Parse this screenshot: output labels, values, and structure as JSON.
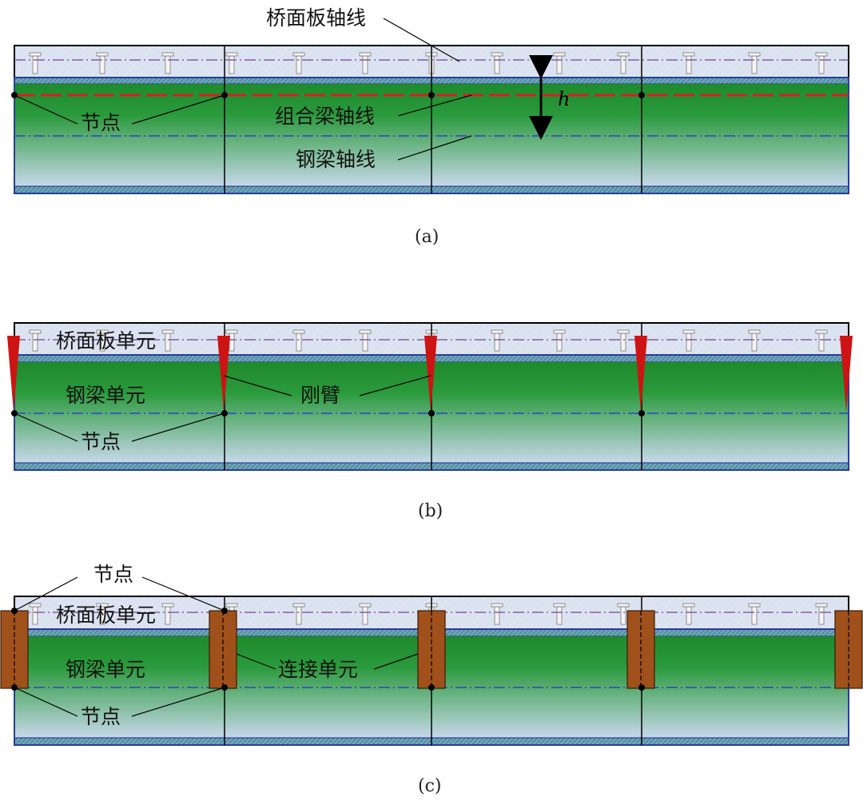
{
  "panels": [
    {
      "caption": "(a)",
      "labels": {
        "deck_axis": "桥面板轴线",
        "node": "节点",
        "composite_axis": "组合梁轴线",
        "steel_axis": "钢梁轴线",
        "height": "h"
      }
    },
    {
      "caption": "(b)",
      "labels": {
        "deck_element": "桥面板单元",
        "steel_element": "钢梁单元",
        "rigid_arm": "刚臂",
        "node": "节点"
      }
    },
    {
      "caption": "(c)",
      "labels": {
        "node_top": "节点",
        "deck_element": "桥面板单元",
        "steel_element": "钢梁单元",
        "connection_element": "连接单元",
        "node_bottom": "节点"
      }
    }
  ],
  "colors": {
    "deck_fill": "#dde4f1",
    "steel_green": "#1e8a2c",
    "steel_light": "#c7d8ea",
    "deck_axis_line": "#8a5aa8",
    "composite_axis_line": "#d42020",
    "steel_axis_line": "#2a44c8",
    "flange": "#2a3c9c",
    "rigid_arm": "#cc1414",
    "connection": "#a0501a"
  }
}
